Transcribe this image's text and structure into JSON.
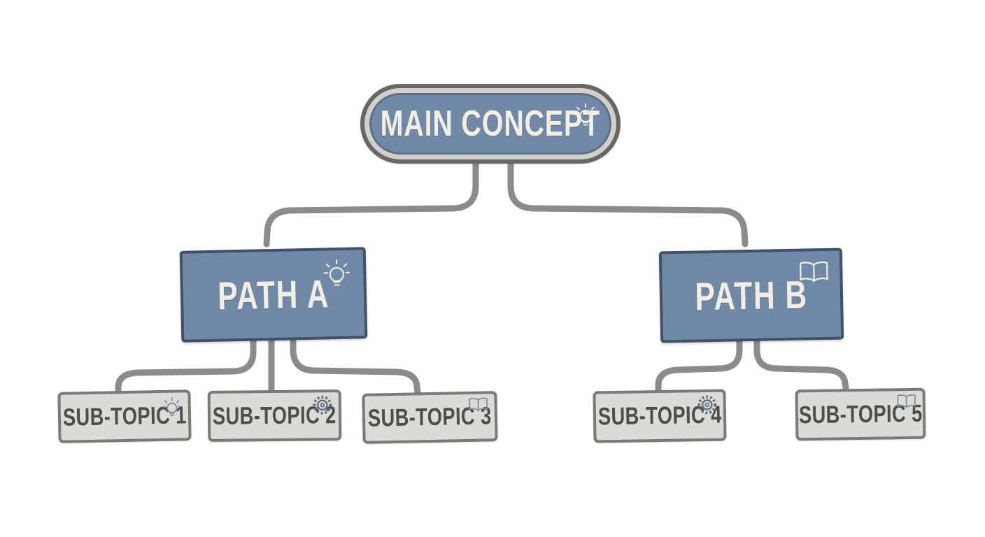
{
  "diagram": {
    "type": "mind-map",
    "root": {
      "id": "main",
      "label": "MAIN CONCEPT",
      "icon": "lightbulb"
    },
    "branches": [
      {
        "id": "path-a",
        "label": "PATH A",
        "icon": "lightbulb",
        "children": [
          {
            "id": "sub-1",
            "label": "SUB-TOPIC 1",
            "icon": "lightbulb"
          },
          {
            "id": "sub-2",
            "label": "SUB-TOPIC 2",
            "icon": "gear"
          },
          {
            "id": "sub-3",
            "label": "SUB-TOPIC 3",
            "icon": "book"
          }
        ]
      },
      {
        "id": "path-b",
        "label": "PATH B",
        "icon": "book",
        "children": [
          {
            "id": "sub-4",
            "label": "SUB-TOPIC 4",
            "icon": "gear"
          },
          {
            "id": "sub-5",
            "label": "SUB-TOPIC 5",
            "icon": "book"
          }
        ]
      }
    ],
    "colors": {
      "background": "#ffffff",
      "node_blue_fill": "#7089a6",
      "node_blue_border": "#415169",
      "pill_ring": "#d2d0c8",
      "pill_outline": "#67676a",
      "sub_fill": "#dcdbd5",
      "sub_border": "#7a7a78",
      "sub_text": "#4e4d49",
      "cream_text": "#f2efe2",
      "connector": "#8b8b89",
      "icon_slate": "#7c90a4"
    }
  }
}
